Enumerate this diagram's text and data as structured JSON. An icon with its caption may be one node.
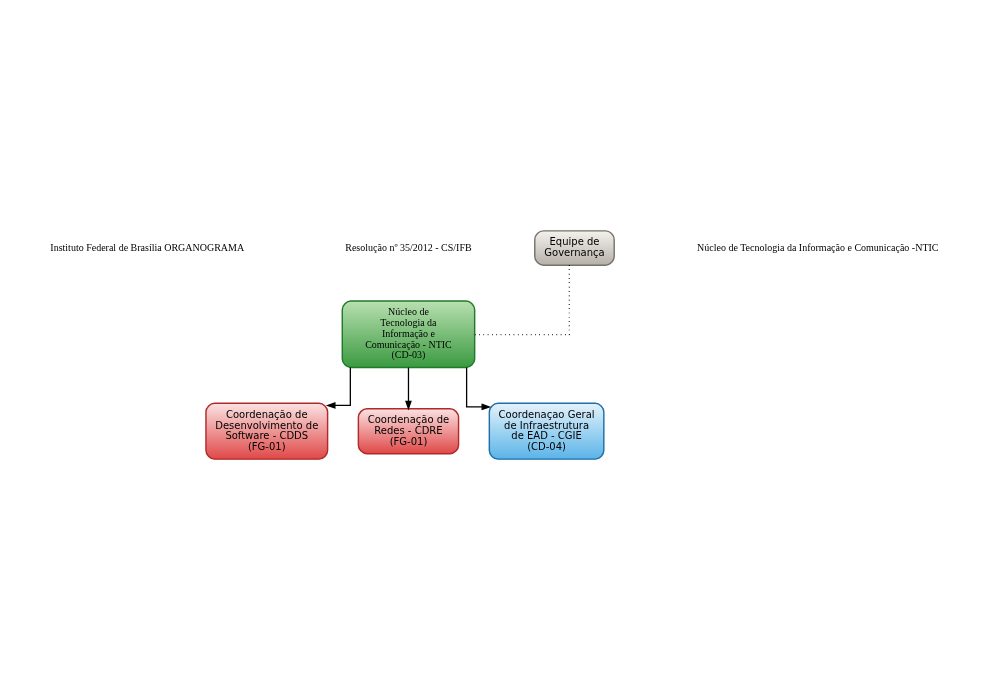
{
  "diagram": {
    "nodes": [
      {
        "text": [
          "Núcleo de Tecnologia da Informação e Comunicação - NTIC (CD-03)"
        ]
      },
      {
        "text": [
          "Equipe de Governança"
        ]
      },
      {
        "text": [
          "Coordenação de Desenvolvimento de Software - CDDS (FG-01)"
        ]
      },
      {
        "text": [
          "Coordenação de Redes - CDRE (FG-01)"
        ]
      },
      {
        "text": [
          "Coordenaçao Geral de Infraestrutura de EAD - CGIE (CD-04)"
        ]
      }
    ],
    "edges": [
      {
        "from": 0,
        "to": 1,
        "arrow": "none",
        "style": "dashed"
      },
      {
        "from": 0,
        "to": 2,
        "arrow": "to"
      },
      {
        "from": 0,
        "to": 3,
        "arrow": "to"
      },
      {
        "from": 0,
        "to": 4,
        "arrow": "to"
      }
    ],
    "labels": [
      "Instituto Federal de Brasília ORGANOGRAMA",
      "Resolução nº 35/2012 - CS/IFB",
      "Núcleo de Tecnologia da Informação e Comunicação -NTIC"
    ]
  }
}
